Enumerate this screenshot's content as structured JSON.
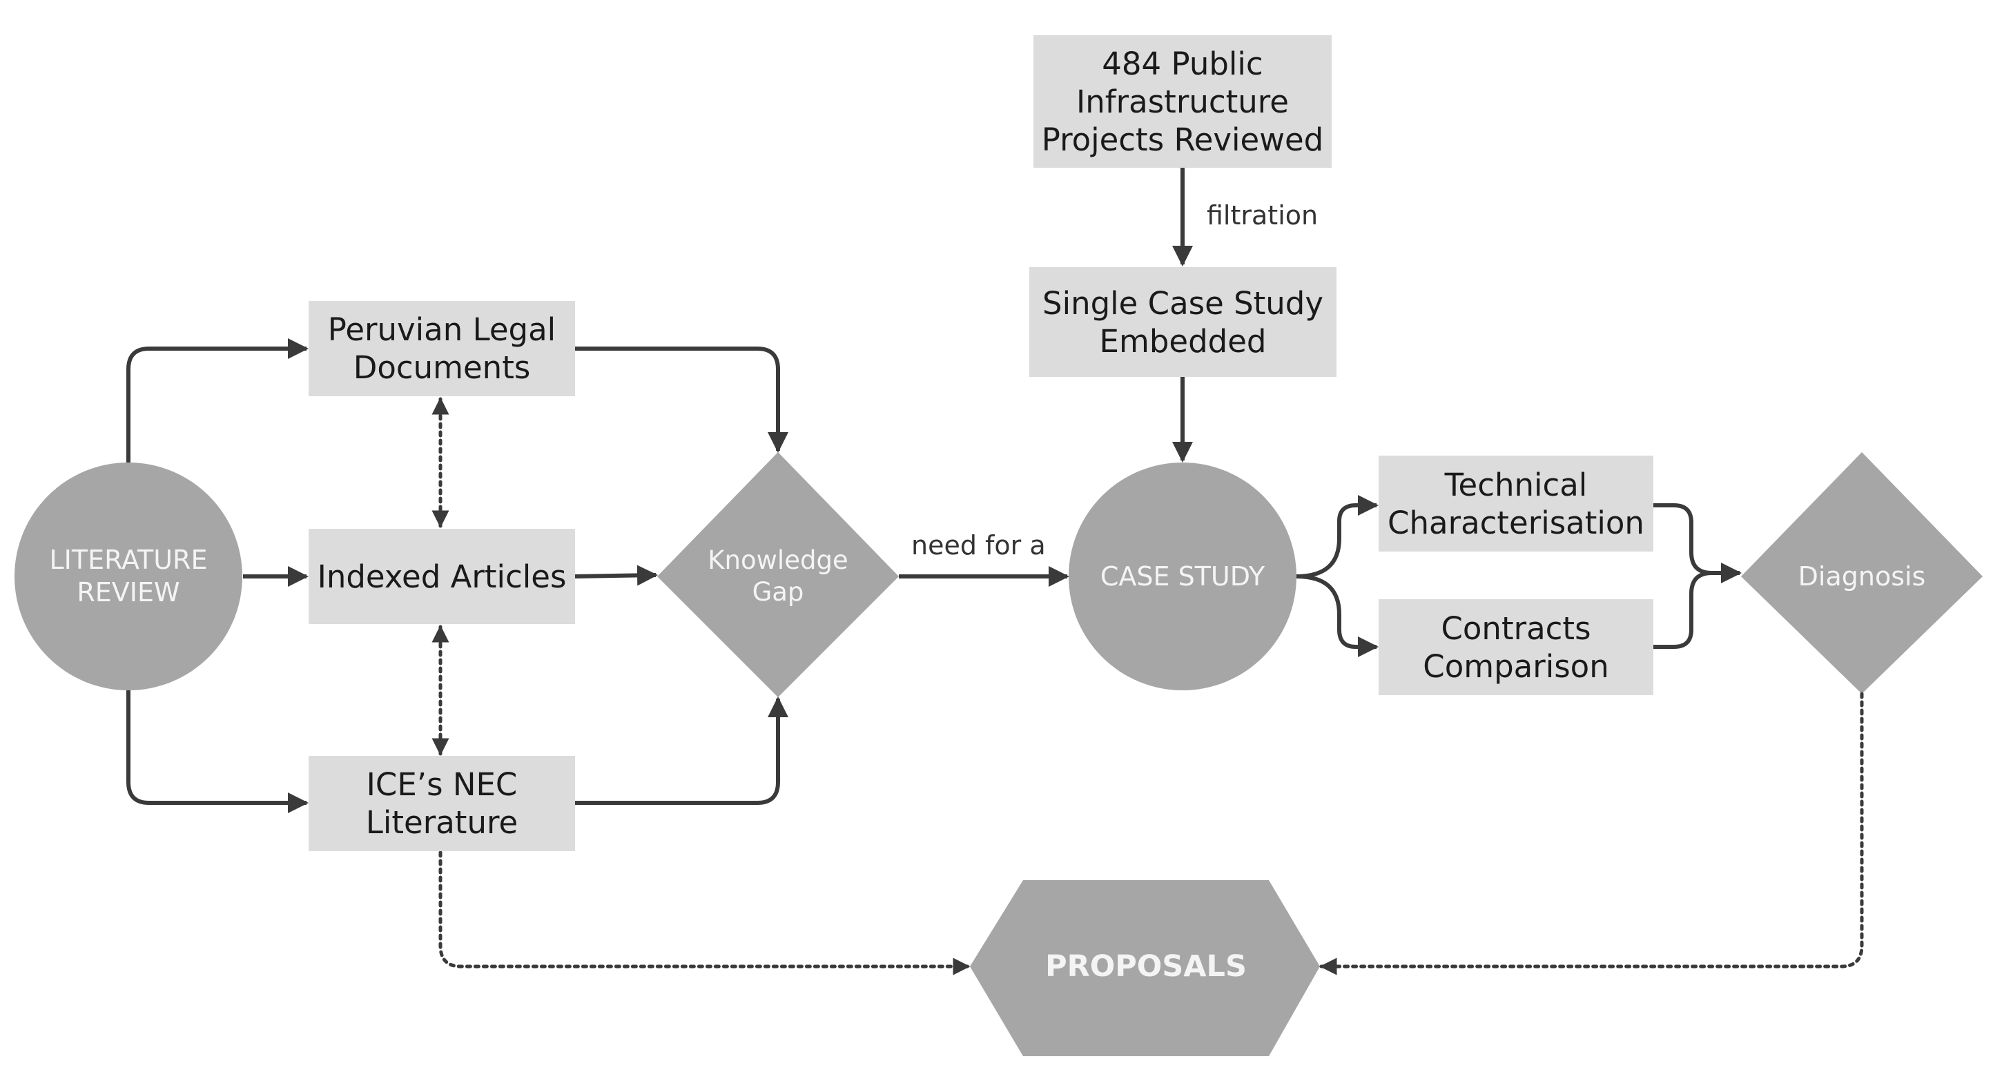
{
  "nodes": {
    "literature_review": "LITERATURE\nREVIEW",
    "peruvian_legal": "Peruvian Legal\nDocuments",
    "indexed_articles": "Indexed Articles",
    "ice_nec": "ICE’s NEC\nLiterature",
    "knowledge_gap": "Knowledge\nGap",
    "projects_reviewed": "484 Public\nInfrastructure\nProjects Reviewed",
    "single_case": "Single Case Study\nEmbedded",
    "case_study": "CASE STUDY",
    "technical": "Technical\nCharacterisation",
    "contracts": "Contracts\nComparison",
    "diagnosis": "Diagnosis",
    "proposals": "PROPOSALS"
  },
  "edge_labels": {
    "filtration": "filtration",
    "need_for_a": "need for a"
  },
  "colors": {
    "box_fill": "#dcdcdc",
    "shape_fill": "#a6a6a6",
    "line": "#3a3a3a"
  }
}
